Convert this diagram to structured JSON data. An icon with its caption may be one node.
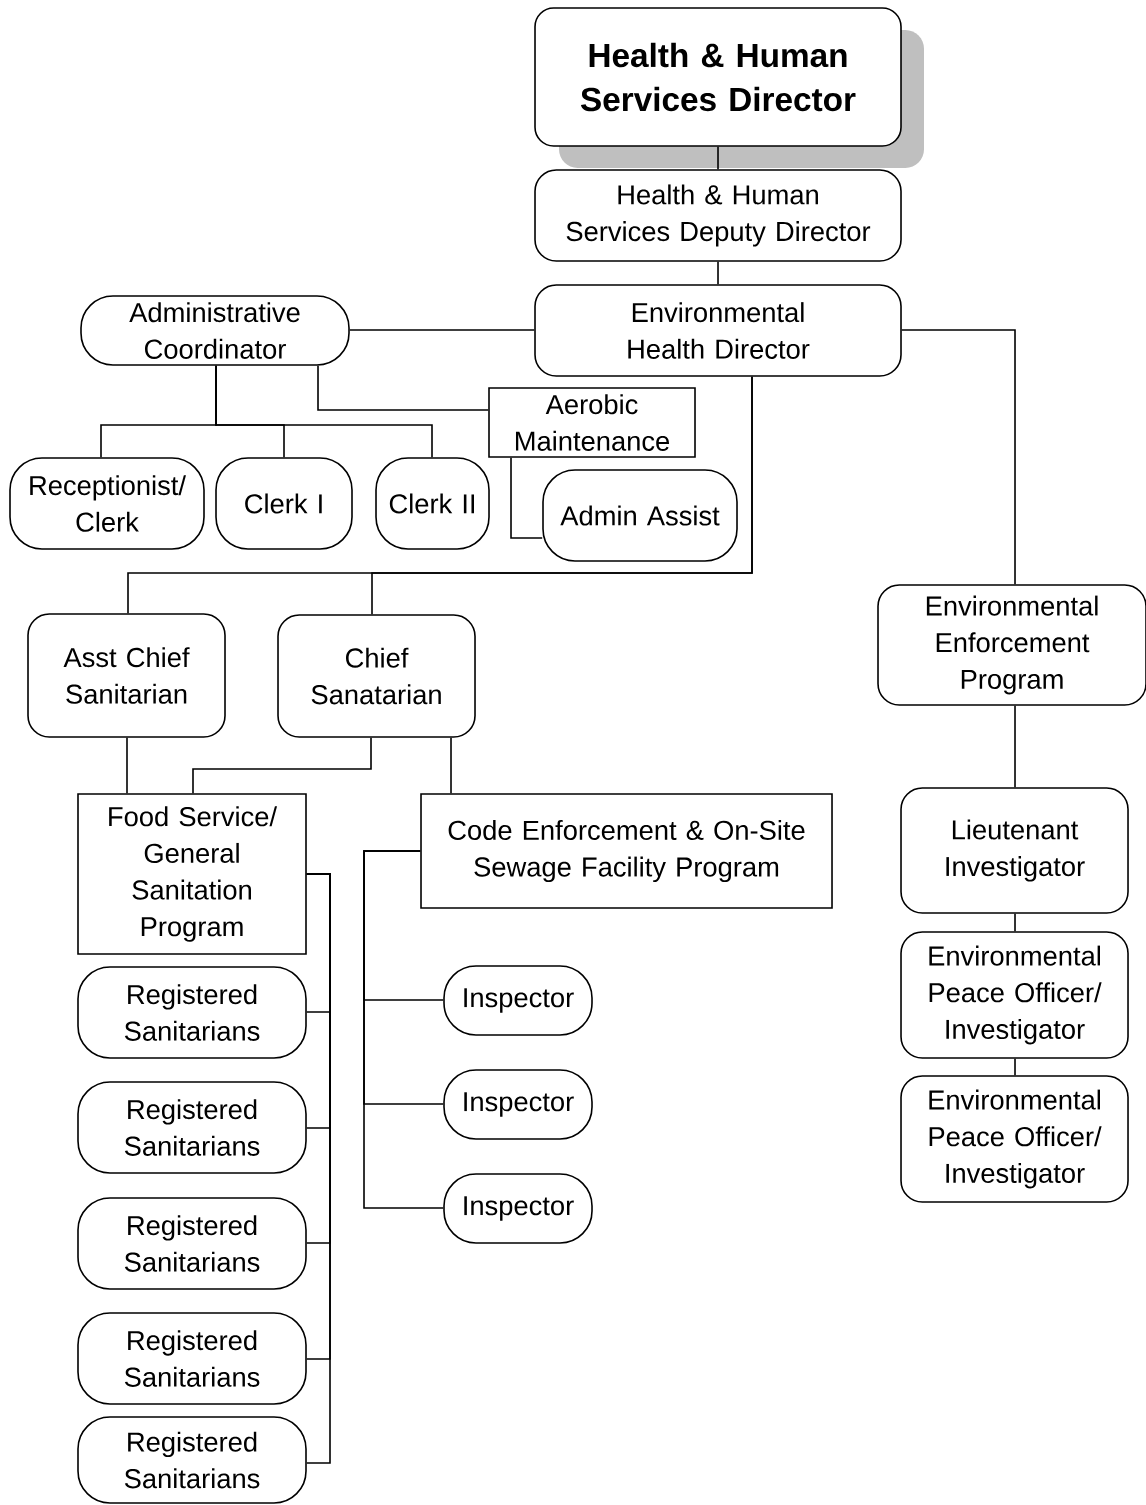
{
  "diagram": {
    "nodes": [
      {
        "text": [
          "Health & Human Services Director"
        ]
      },
      {
        "text": [
          "Health & Human Services Deputy Director"
        ]
      },
      {
        "text": [
          "Environmental Health Director"
        ]
      },
      {
        "text": [
          "Administrative Coordinator"
        ]
      },
      {
        "text": [
          "Aerobic Maintenance"
        ]
      },
      {
        "text": [
          "Receptionist/ Clerk"
        ]
      },
      {
        "text": [
          "Clerk I"
        ]
      },
      {
        "text": [
          "Clerk II"
        ]
      },
      {
        "text": [
          "Admin Assist"
        ]
      },
      {
        "text": [
          "Asst Chief Sanitarian"
        ]
      },
      {
        "text": [
          "Chief Sanatarian"
        ]
      },
      {
        "text": [
          "Environmental Enforcement Program"
        ]
      },
      {
        "text": [
          "Food Service/ General Sanitation Program"
        ]
      },
      {
        "text": [
          "Code Enforcement & On-Site Sewage Facility Program"
        ]
      },
      {
        "text": [
          "Registered Sanitarians"
        ]
      },
      {
        "text": [
          "Registered Sanitarians"
        ]
      },
      {
        "text": [
          "Registered Sanitarians"
        ]
      },
      {
        "text": [
          "Registered Sanitarians"
        ]
      },
      {
        "text": [
          "Registered Sanitarians"
        ]
      },
      {
        "text": [
          "Inspector"
        ]
      },
      {
        "text": [
          "Inspector"
        ]
      },
      {
        "text": [
          "Inspector"
        ]
      },
      {
        "text": [
          "Lieutenant Investigator"
        ]
      },
      {
        "text": [
          "Environmental Peace Officer/ Investigator"
        ]
      },
      {
        "text": [
          "Environmental Peace Officer/ Investigator"
        ]
      }
    ],
    "edges": [
      {
        "from": 0,
        "to": 1,
        "arrow": "none"
      },
      {
        "from": 1,
        "to": 2,
        "arrow": "none"
      },
      {
        "from": 2,
        "to": 3,
        "arrow": "none"
      },
      {
        "from": 2,
        "to": 11,
        "arrow": "none"
      },
      {
        "from": 3,
        "to": 5,
        "arrow": "none"
      },
      {
        "from": 3,
        "to": 6,
        "arrow": "none"
      },
      {
        "from": 3,
        "to": 7,
        "arrow": "none"
      },
      {
        "from": 3,
        "to": 4,
        "arrow": "none"
      },
      {
        "from": 4,
        "to": 8,
        "arrow": "none"
      },
      {
        "from": 2,
        "to": 9,
        "arrow": "none"
      },
      {
        "from": 2,
        "to": 10,
        "arrow": "none"
      },
      {
        "from": 9,
        "to": 12,
        "arrow": "none"
      },
      {
        "from": 10,
        "to": 12,
        "arrow": "none"
      },
      {
        "from": 10,
        "to": 13,
        "arrow": "none"
      },
      {
        "from": 12,
        "to": 14,
        "arrow": "none"
      },
      {
        "from": 12,
        "to": 15,
        "arrow": "none"
      },
      {
        "from": 12,
        "to": 16,
        "arrow": "none"
      },
      {
        "from": 12,
        "to": 17,
        "arrow": "none"
      },
      {
        "from": 12,
        "to": 18,
        "arrow": "none"
      },
      {
        "from": 13,
        "to": 19,
        "arrow": "none"
      },
      {
        "from": 13,
        "to": 20,
        "arrow": "none"
      },
      {
        "from": 13,
        "to": 21,
        "arrow": "none"
      },
      {
        "from": 11,
        "to": 22,
        "arrow": "none"
      },
      {
        "from": 22,
        "to": 23,
        "arrow": "none"
      },
      {
        "from": 23,
        "to": 24,
        "arrow": "none"
      }
    ]
  }
}
